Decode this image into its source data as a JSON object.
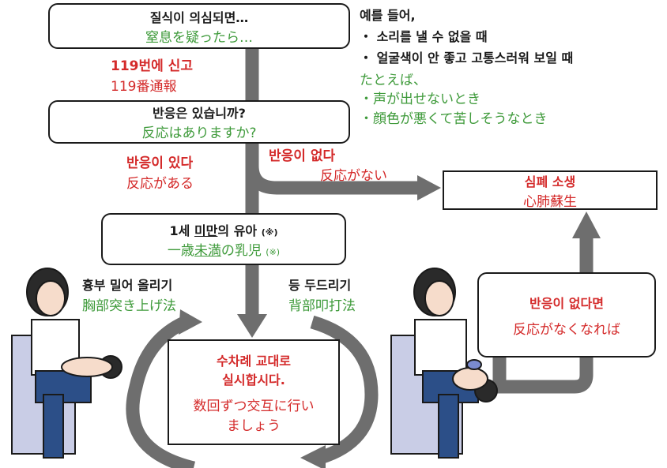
{
  "box1": {
    "ko": "질식이 의심되면…",
    "ja": "窒息を疑ったら…"
  },
  "examples": {
    "ko_head": "예를 들어,",
    "ko_items": [
      "・ 소리를 낼 수 없을 때",
      "・ 얼굴색이 안 좋고 고통스러워 보일 때"
    ],
    "ja_head": "たとえば、",
    "ja_items": [
      "・声が出せないとき",
      "・顔色が悪くて苦しそうなとき"
    ]
  },
  "call": {
    "ko": "119번에 신고",
    "ja": "119番通報"
  },
  "box2": {
    "ko": "반응은 있습니까?",
    "ja": "反応はありますか?"
  },
  "yes": {
    "ko": "반응이 있다",
    "ja": "反応がある"
  },
  "no": {
    "ko": "반응이 없다",
    "ja": "反応がない"
  },
  "cpr": {
    "ko": "심폐 소생",
    "ja": "心肺蘇生"
  },
  "box3": {
    "ko_pre": "1세 ",
    "ko_ul": "미만",
    "ko_post": "의 유아",
    "ko_note": "(※)",
    "ja_pre": "一歳",
    "ja_ul": "未満",
    "ja_post": "の乳児",
    "ja_note": "(※)"
  },
  "chest": {
    "ko": "흉부 밀어 올리기",
    "ja": "胸部突き上げ法"
  },
  "back": {
    "ko": "등 두드리기",
    "ja": "背部叩打法"
  },
  "alternate": {
    "ko_1": "수차례 교대로",
    "ko_2": "실시합시다.",
    "ja_1": "数回ずつ交互に行い",
    "ja_2": "ましょう"
  },
  "if_none": {
    "ko": "반응이 없다면",
    "ja": "反応がなくなれば"
  },
  "colors": {
    "red": "#d42a2a",
    "green": "#3e9a3a",
    "arrow_gray": "#6e6e6e"
  }
}
